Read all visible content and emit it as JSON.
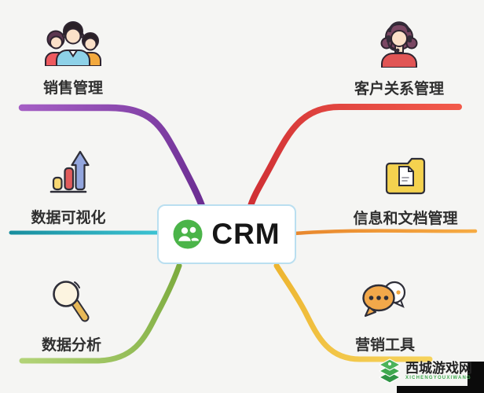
{
  "title": "CRM mind map",
  "background": "#f5f5f3",
  "center": {
    "label": "CRM",
    "icon": "users-icon",
    "icon_color": "#4bb449",
    "border_color": "#badff0"
  },
  "branches": [
    {
      "id": "sales",
      "label": "销售管理",
      "icon": "people-group-icon",
      "color": "#8440a5",
      "position": "top-left"
    },
    {
      "id": "customer-relations",
      "label": "客户关系管理",
      "icon": "support-agent-icon",
      "color": "#e23c3c",
      "position": "top-right"
    },
    {
      "id": "data-visualization",
      "label": "数据可视化",
      "icon": "bar-chart-icon",
      "color": "#27aebc",
      "position": "middle-left"
    },
    {
      "id": "info-docs",
      "label": "信息和文档管理",
      "icon": "folder-document-icon",
      "color": "#ef8f35",
      "position": "middle-right"
    },
    {
      "id": "data-analysis",
      "label": "数据分析",
      "icon": "magnifier-icon",
      "color": "#93bf55",
      "position": "bottom-left"
    },
    {
      "id": "marketing-tools",
      "label": "营销工具",
      "icon": "chat-bubbles-icon",
      "color": "#f1c544",
      "position": "bottom-right"
    }
  ],
  "watermark": {
    "text": "西城游戏网",
    "subtext": "XICHENGYOUXIWANG",
    "logo": "layers-logo",
    "accent": "#3fa94f"
  }
}
